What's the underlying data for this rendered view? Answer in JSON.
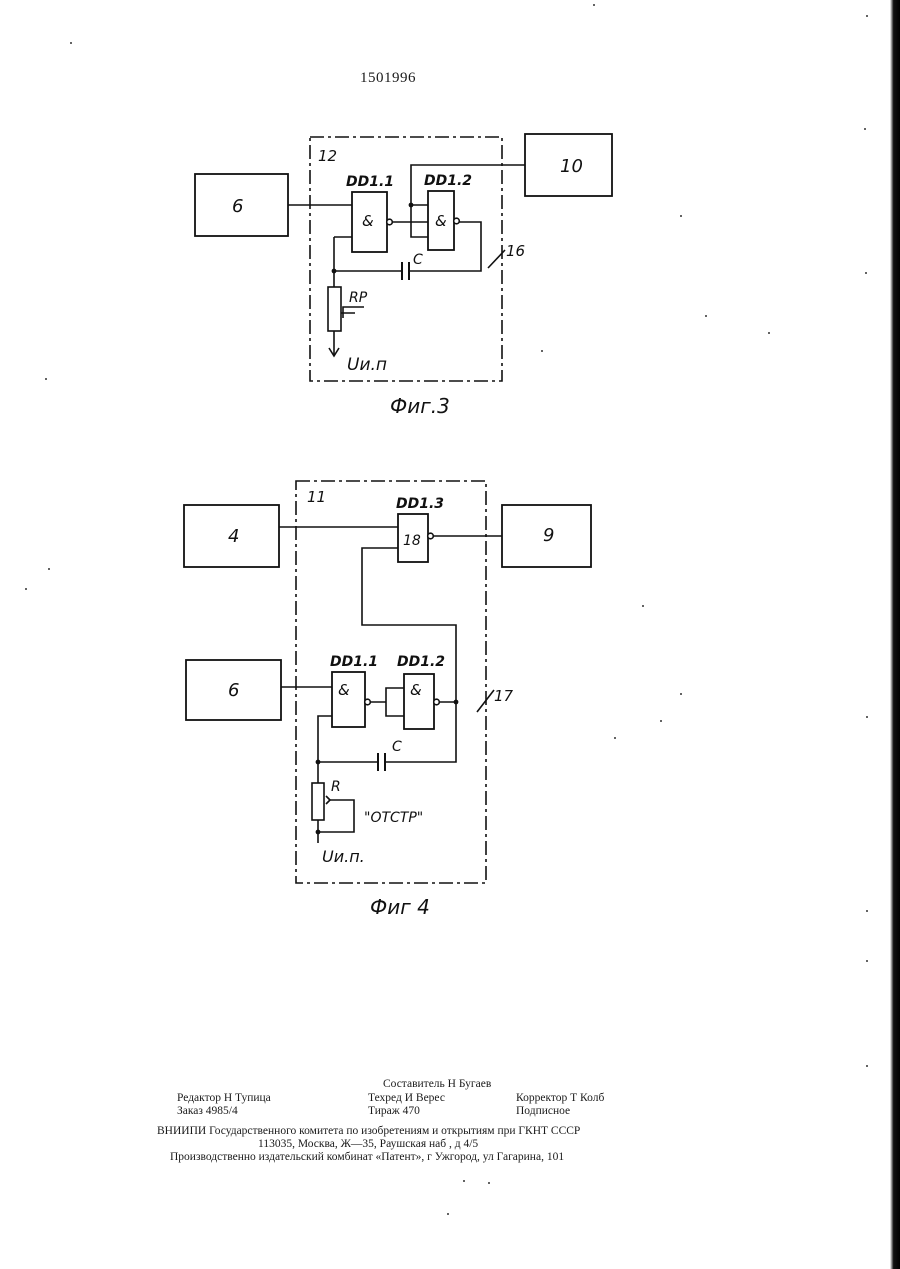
{
  "document": {
    "number": "1501996"
  },
  "figure3": {
    "caption": "Фиг.3",
    "block_labels": {
      "left": "6",
      "right": "10"
    },
    "frame_label": "12",
    "gate1_name": "DD1.1",
    "gate2_name": "DD1.2",
    "gate_symbol": "&",
    "capacitor": "C",
    "resistor": "RP",
    "supply": "Uи.п",
    "callout": "16"
  },
  "figure4": {
    "caption": "Фиг 4",
    "block_labels": {
      "left_top": "4",
      "right_top": "9",
      "left_bottom": "6"
    },
    "frame_label": "11",
    "gate3_name": "DD1.3",
    "gate3_symbol": "18",
    "gate1_name": "DD1.1",
    "gate2_name": "DD1.2",
    "gate_symbol": "&",
    "capacitor": "C",
    "resistor": "R",
    "adjust_label": "\"ОТСТР\"",
    "supply": "Uи.п.",
    "callout": "17"
  },
  "colophon": {
    "composer": "Составитель Н  Бугаев",
    "editor": "Редактор Н  Тупица",
    "techred": "Техред И  Верес",
    "corrector": "Корректор Т  Колб",
    "order": "Заказ 4985/4",
    "circulation": "Тираж 470",
    "subscription": "Подписное",
    "org": "ВНИИПИ Государственного комитета по изобретениям и открытиям при ГКНТ СССР",
    "address": "113035,  Москва,  Ж—35,  Раушская  наб ,  д  4/5",
    "printer": "Производственно издательский комбинат «Патент», г  Ужгород, ул  Гагарина, 101"
  }
}
